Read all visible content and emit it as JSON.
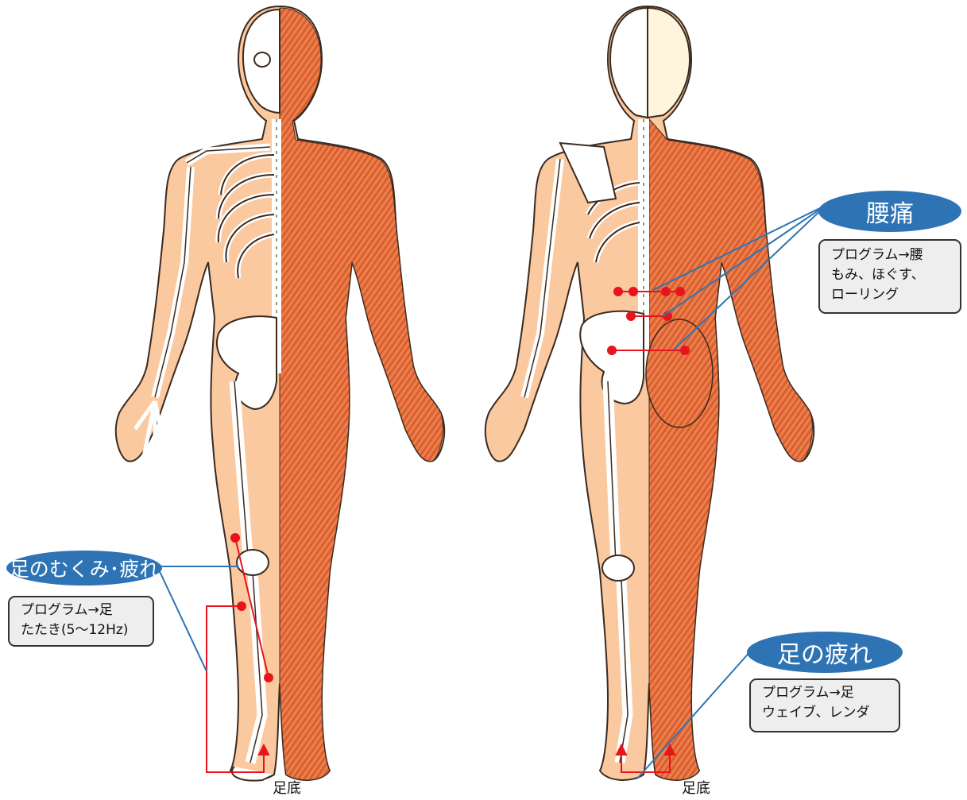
{
  "callouts": {
    "leg_swelling": {
      "title": "足のむくみ･疲れ",
      "lines": [
        "プログラム→足",
        "たたき(5～12Hz)"
      ]
    },
    "lower_back_pain": {
      "title": "腰痛",
      "lines": [
        "プログラム→腰",
        "もみ、ほぐす、",
        "ローリング"
      ]
    },
    "leg_fatigue": {
      "title": "足の疲れ",
      "lines": [
        "プログラム→足",
        "ウェイブ、レンダ"
      ]
    }
  },
  "labels": {
    "sole_front": "足底",
    "sole_back": "足底"
  },
  "colors": {
    "skin": "#fbc9a0",
    "muscle": "#e8713c",
    "bone": "#ffffff",
    "outline": "#3a2a20",
    "callout": "#2e74b5",
    "marker": "#e8141d"
  }
}
